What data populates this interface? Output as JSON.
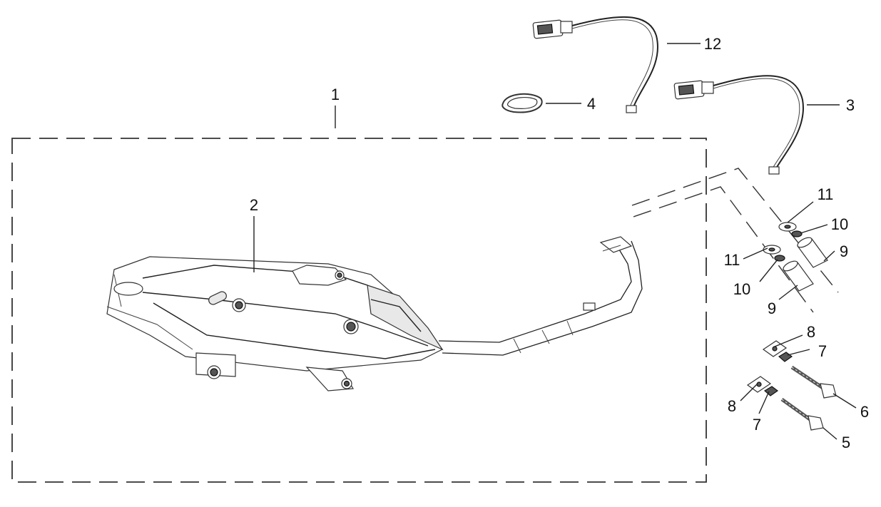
{
  "diagram": {
    "callouts": [
      {
        "id": "c1",
        "label": "1"
      },
      {
        "id": "c2",
        "label": "2"
      },
      {
        "id": "c3",
        "label": "3"
      },
      {
        "id": "c4",
        "label": "4"
      },
      {
        "id": "c5",
        "label": "5"
      },
      {
        "id": "c6",
        "label": "6"
      },
      {
        "id": "c7a",
        "label": "7"
      },
      {
        "id": "c7b",
        "label": "7"
      },
      {
        "id": "c8a",
        "label": "8"
      },
      {
        "id": "c8b",
        "label": "8"
      },
      {
        "id": "c9a",
        "label": "9"
      },
      {
        "id": "c9b",
        "label": "9"
      },
      {
        "id": "c10a",
        "label": "10"
      },
      {
        "id": "c10b",
        "label": "10"
      },
      {
        "id": "c11a",
        "label": "11"
      },
      {
        "id": "c11b",
        "label": "11"
      },
      {
        "id": "c12",
        "label": "12"
      }
    ]
  }
}
